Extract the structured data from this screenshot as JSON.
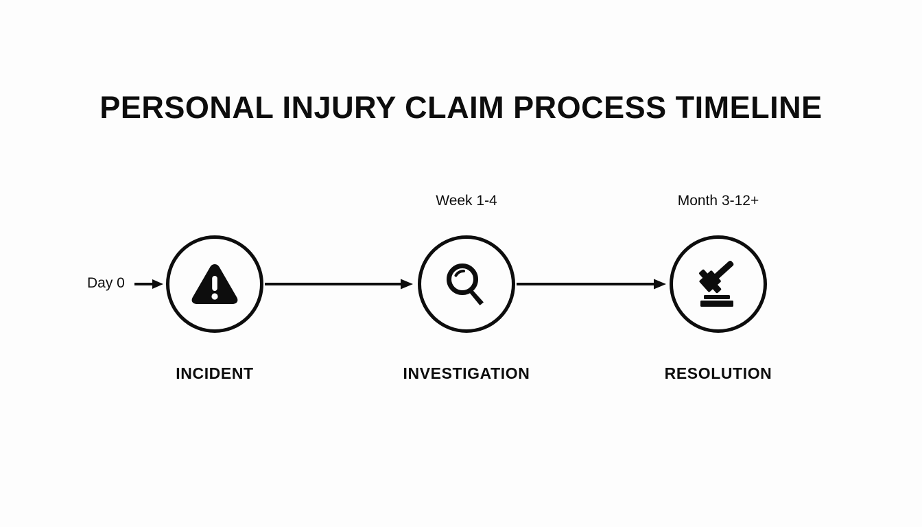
{
  "title": "PERSONAL INJURY CLAIM PROCESS TIMELINE",
  "colors": {
    "background": "#fdfdfd",
    "ink": "#0d0d0d"
  },
  "entry": {
    "label": "Day 0",
    "arrow_icon": "arrow-right-icon"
  },
  "stages": [
    {
      "label": "INCIDENT",
      "caption": "",
      "icon": "warning-triangle-icon"
    },
    {
      "label": "INVESTIGATION",
      "caption": "Week 1-4",
      "icon": "magnifying-glass-icon"
    },
    {
      "label": "RESOLUTION",
      "caption": "Month 3-12+",
      "icon": "gavel-icon"
    }
  ],
  "connectors": [
    {
      "from": "INCIDENT",
      "to": "INVESTIGATION",
      "icon": "arrow-right-icon"
    },
    {
      "from": "INVESTIGATION",
      "to": "RESOLUTION",
      "icon": "arrow-right-icon"
    }
  ]
}
